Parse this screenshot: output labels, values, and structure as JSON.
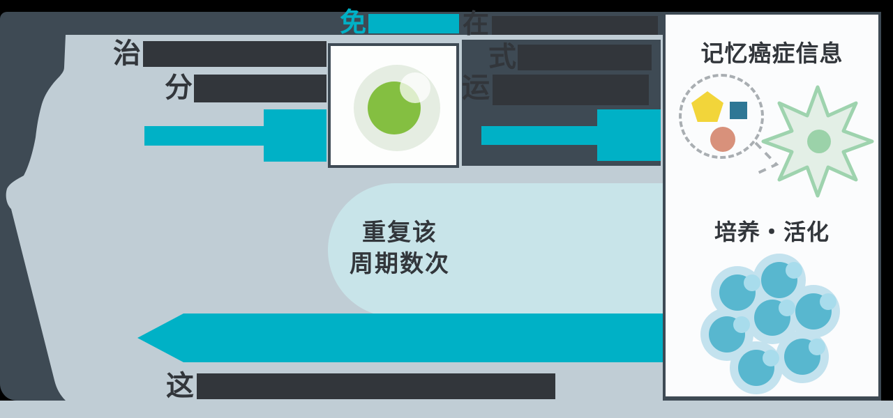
{
  "banner": {
    "teal_fragment": "免",
    "dark_fragment": "在"
  },
  "left_text": {
    "row1_fragment": "治",
    "row2_fragment": "分",
    "bottom_fragment": "这"
  },
  "right_text": {
    "row1_fragment": "式",
    "row2_fragment": "运"
  },
  "cycle_capsule": {
    "line1": "重复该",
    "line2": "周期数次"
  },
  "right_panel": {
    "memory_title": "记忆癌症信息",
    "culture_title": "培养・活化"
  },
  "colors": {
    "accent_teal": "#00b1c6",
    "dark_slate": "#3e4a54",
    "light_background": "#c0cdd5",
    "capsule_blue": "#c8e4e9",
    "text_dark": "#32363b",
    "cell_green": "#84bf41",
    "cluster_teal": "#58b7cf",
    "star_cell_green": "#9ed3ae",
    "antigen_yellow": "#f2d53a",
    "antigen_blue": "#2f7795",
    "antigen_salmon": "#d8917b"
  }
}
